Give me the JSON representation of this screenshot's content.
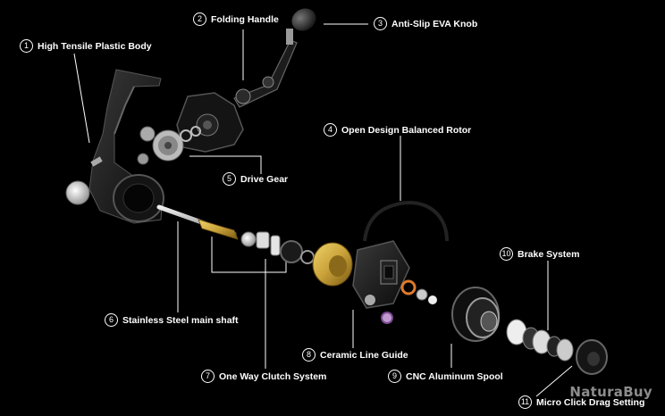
{
  "callouts": [
    {
      "num": "1",
      "label": "High Tensile Plastic Body"
    },
    {
      "num": "2",
      "label": "Folding Handle"
    },
    {
      "num": "3",
      "label": "Anti-Slip EVA Knob"
    },
    {
      "num": "4",
      "label": "Open Design Balanced Rotor"
    },
    {
      "num": "5",
      "label": "Drive Gear"
    },
    {
      "num": "6",
      "label": "Stainless Steel main shaft"
    },
    {
      "num": "7",
      "label": "One Way Clutch System"
    },
    {
      "num": "8",
      "label": "Ceramic Line Guide"
    },
    {
      "num": "9",
      "label": "CNC Aluminum Spool"
    },
    {
      "num": "10",
      "label": "Brake System"
    },
    {
      "num": "11",
      "label": "Micro Click Drag Setting"
    }
  ],
  "watermark": "NaturaBuy",
  "colors": {
    "background": "#000000",
    "text": "#ffffff",
    "brass": "#c9a23a",
    "orange_ring": "#e07a2a"
  }
}
